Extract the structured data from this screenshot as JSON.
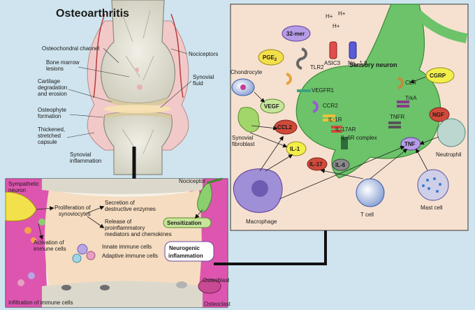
{
  "title": "Osteoarthritis",
  "joint_labels": {
    "osteochondral": "Osteochondral channel",
    "bone_marrow_1": "Bone marrow",
    "bone_marrow_2": "lesions",
    "cartilage_1": "Cartilage",
    "cartilage_2": "degradation",
    "cartilage_3": "and erosion",
    "osteophyte_1": "Osteophyte",
    "osteophyte_2": "formation",
    "capsule_1": "Thickened,",
    "capsule_2": "stretched",
    "capsule_3": "capsule",
    "synovial_infl_1": "Synovial",
    "synovial_infl_2": "inflammation",
    "nociceptors": "Nociceptors",
    "synovial_fluid_1": "Synovial",
    "synovial_fluid_2": "fluid"
  },
  "inset_labels": {
    "sympathetic_1": "Sympathetic",
    "sympathetic_2": "neuron",
    "nociceptor": "Nociceptor",
    "prolif_1": "Proliferation of",
    "prolif_2": "synoviocytes",
    "secretion_1": "Secretion of",
    "secretion_2": "destructive enzymes",
    "release_1": "Release of",
    "release_2": "proinflammatory",
    "release_3": "mediators and chemokines",
    "sensitization": "Sensitization",
    "activation_1": "Activation of",
    "activation_2": "immune cells",
    "innate": "Innate immune cells",
    "adaptive": "Adaptive immune cells",
    "neurogenic_1": "Neurogenic",
    "neurogenic_2": "inflammation",
    "osteoblast": "Osteoblast",
    "osteoclast": "Osteoclast",
    "infiltration": "Infiltration of immune cells"
  },
  "neuron_labels": {
    "sensory_neuron": "Sensory neuron",
    "h1": "H+",
    "h2": "H+",
    "h3": "H+",
    "mer": "32-mer",
    "tlr2": "TLR2",
    "asic3": "ASIC3",
    "nav_1": "Na",
    "nav_2": "V",
    "nav_3": " 1.8",
    "pge_1": "PGE",
    "pge_2": "2",
    "cgrp": "CGRP",
    "clr": "CLR",
    "chondrocyte": "Chondrocyte",
    "vegfr1": "VEGFR1",
    "vegf": "VEGF",
    "ccr2": "CCR2",
    "trka": "TrkA",
    "ngf": "NGF",
    "ccl2": "CCL2",
    "il1r": "IL-1R",
    "il17ar": "IL-17AR",
    "il6r": "IL-6R complex",
    "tnfr": "TNFR",
    "synovial_fib_1": "Synovial",
    "synovial_fib_2": "fibroblast",
    "il1": "IL-1",
    "il17": "IL-17",
    "il6": "IL-6",
    "tnf": "TNF",
    "neutrophil": "Neutrophil",
    "macrophage": "Macrophage",
    "tcell": "T cell",
    "mastcell": "Mast cell"
  }
}
